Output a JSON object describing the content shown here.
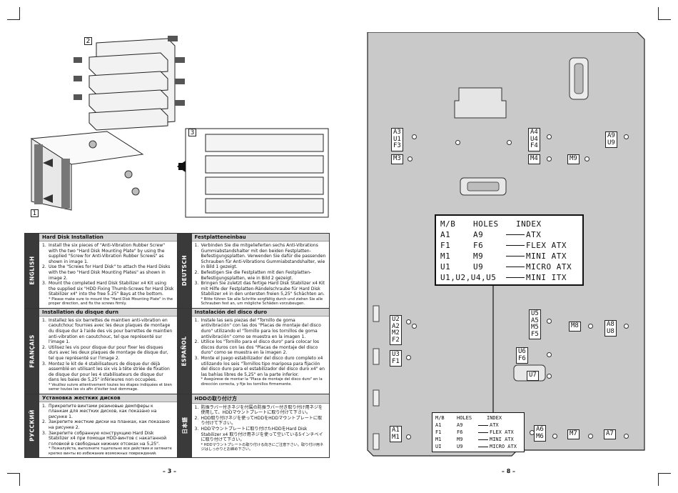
{
  "left_page": {
    "page_number": "– 3 –",
    "figures": {
      "fig1_label": "1",
      "fig2_label": "2",
      "fig3_label": "3"
    },
    "sections": [
      {
        "lang": "ENGLISH",
        "title": "Hard Disk Installation",
        "steps": [
          {
            "n": "1.",
            "text": "Install the six pieces of \"Anti-Vibration Rubber Screw\" with the two \"Hard Disk Mounting Plate\" by using the supplied \"Screw for Anti-Vibration Rubber Screws\" as shown in image 1."
          },
          {
            "n": "2.",
            "text": "Use the \"Screws for Hard Disk\" to attach the Hard Disks with the two \"Hard Disk Mounting Plates\" as shown in image 2."
          },
          {
            "n": "3.",
            "text": "Mount the completed Hard Disk Stabilizer x4 Kit using the supplied six \"HDD Fixing Thumb-Screws for Hard Disk Stabilizer x4\" into the free 5.25\" Bays at the bottom."
          }
        ],
        "note": "* Please make sure to mount the \"Hard Disk Mounting Plate\" in the proper direction, and fix the screws firmly."
      },
      {
        "lang": "DEUTSCH",
        "title": "Festplatteneinbau",
        "steps": [
          {
            "n": "1.",
            "text": "Verbinden Sie die mitgelieferten sechs Anti-Vibrations Gummiabstandshalter mit den beiden Festplatten-Befestigungsplatten. Verwenden Sie dafür die passenden Schrauben für Anti-Vibrations Gummiabstandshalter, wie in Bild 1 gezeigt."
          },
          {
            "n": "2.",
            "text": "Befestigen Sie die Festplatten mit den Festplatten-Befestigungsplatten, wie in Bild 2 gezeigt."
          },
          {
            "n": "3.",
            "text": "Bringen Sie zuletzt das fertige Hard Disk Stabilizer x4 Kit mit Hilfe der Festplatten-Rändelschraube für Hard Disk Stabilizer x4 in den untersten freien 5,25\" Schächten an."
          }
        ],
        "note": "* Bitte führen Sie alle Schritte sorgfältig durch und ziehen Sie alle Schrauben fest an, um mögliche Schäden vorzubeugen."
      },
      {
        "lang": "FRANÇAIS",
        "title": "Installation du disque durn",
        "steps": [
          {
            "n": "1.",
            "text": "Installez les six barrettes de maintien anti-vibration en caoutchouc fournies avec les deux plaques de montage du disque dur à l'aide des vis pour barrettes de maintien anti-vibration en caoutchouc, tel que représenté sur l'image 1."
          },
          {
            "n": "2.",
            "text": "Utilisez les vis pour disque dur pour fixer les disques durs avec les deux plaques de montage de disque dur, tel que représenté sur l'image 2."
          },
          {
            "n": "3.",
            "text": "Montez le kit de 4 stabilisateurs de disque dur déjà assemblé en utilisant les six vis à tête striée de fixation de disque dur pour les 4 stabilisateurs de disque dur dans les baies de 5,25\" inférieures non occupées."
          }
        ],
        "note": "* Veuillez suivre attentivement toutes les étapes indiquées et bien serrer toutes les vis afin d'éviter tout dommage."
      },
      {
        "lang": "ESPAÑOL",
        "title": "Instalación del disco duro",
        "steps": [
          {
            "n": "1.",
            "text": "Instale las seis piezas del \"Tornillo de goma antivibración\" con las dos \"Placas de montaje del disco duro\" utilizando el \"Tornillo para los tornillos de goma antivibración\" como se muestra en la imagen 1."
          },
          {
            "n": "2.",
            "text": "Utilice los \"Tornillo para el disco duro\" para colocar los discos duros con las dos \"Placas de montaje del disco duro\" como se muestra en la imagen 2."
          },
          {
            "n": "3.",
            "text": "Monte el Juego estabilizador del disco duro completo x4 utilizando los seis \"Tornillos tipo mariposa para fijación del disco duro para el estabilizador del disco duro x4\" en las bahías libres de 5,25\" en la parte inferior."
          }
        ],
        "note": "* Asegúrese de montar la \"Placa de montaje del disco duro\" en la dirección correcta, y fije los tornillos firmemente."
      },
      {
        "lang": "РУССКИЙ",
        "title": "Установка жестких дисков",
        "steps": [
          {
            "n": "1.",
            "text": "Прикрепите винтами резиновые демпферы к планкам для жестких дисков, как показано на рисунке 1."
          },
          {
            "n": "2.",
            "text": "Закрепите жесткие диски на планках, как показано на рисунке 2."
          },
          {
            "n": "3.",
            "text": "Закрепите собранную конструкцию Hard Disk Stabilizer x4 при помощи HDD-винтов с накатанной головкой в свободных нижних отсеках на 5,25\"."
          }
        ],
        "note": "* Пожалуйста, выполните тщательно все действия и затяните крепко винты во избежание возможных повреждений."
      },
      {
        "lang": "日本語",
        "title": "HDDの取り付け方",
        "steps": [
          {
            "n": "1.",
            "text": "防振ラバー付きネジを付属の防振ラバー付き取り付け用ネジを使用して、HDDマウントプレートに取り付けて下さい。"
          },
          {
            "n": "2.",
            "text": "HDD取り付けネジを使ってHDDをHDDマウントプレートに取り付けて下さい。"
          },
          {
            "n": "3.",
            "text": "HDDマウントプレートに取り付けたHDDをHard Disk Stabilizer x4 取り付け用ネジを使って空いている5インチベイに取り付けて下さい。"
          }
        ],
        "note": "* HDDマウントプレートの取り付ける向きにご注意下さい。取り付け用ネジはしっかりとお締め下さい。"
      }
    ]
  },
  "right_page": {
    "page_number": "– 8 –",
    "tags": {
      "a3u1f3": [
        "A3",
        "U1",
        "F3"
      ],
      "m3": [
        "M3"
      ],
      "a4u4f4": [
        "A4",
        "U4",
        "F4"
      ],
      "m4": [
        "M4"
      ],
      "m9": [
        "M9"
      ],
      "a9u9": [
        "A9",
        "U9"
      ],
      "u2a2m2f2": [
        "U2",
        "A2",
        "M2",
        "F2"
      ],
      "u5a5m5f5": [
        "U5",
        "A5",
        "M5",
        "F5"
      ],
      "m8": [
        "M8"
      ],
      "a8u8": [
        "A8",
        "U8"
      ],
      "u3f1": [
        "U3",
        "F1"
      ],
      "u6f6": [
        "U6",
        "F6"
      ],
      "u7": [
        "U7"
      ],
      "a1m1": [
        "A1",
        "M1"
      ],
      "a6m6": [
        "A6",
        "M6"
      ],
      "m7": [
        "M7"
      ],
      "a7": [
        "A7"
      ]
    },
    "holes_index": {
      "header": [
        "M/B",
        "HOLES",
        "INDEX"
      ],
      "rows": [
        {
          "c1": "A1",
          "c2": "A9",
          "label": "ATX"
        },
        {
          "c1": "F1",
          "c2": "F6",
          "label": "FLEX ATX"
        },
        {
          "c1": "M1",
          "c2": "M9",
          "label": "MINI ATX"
        },
        {
          "c1": "U1",
          "c2": "U9",
          "label": "MICRO ATX"
        },
        {
          "c1": "U1,U2,U4,U5",
          "c2": "",
          "label": "MINI ITX"
        }
      ]
    },
    "holes_index_small": {
      "header": [
        "M/B",
        "HOLES",
        "INDEX"
      ],
      "rows": [
        {
          "c1": "A1",
          "c2": "A9",
          "label": "ATX"
        },
        {
          "c1": "F1",
          "c2": "F6",
          "label": "FLEX ATX"
        },
        {
          "c1": "M1",
          "c2": "M9",
          "label": "MINI ATX"
        },
        {
          "c1": "UI",
          "c2": "U9",
          "label": "MICRO ATX"
        }
      ]
    }
  }
}
